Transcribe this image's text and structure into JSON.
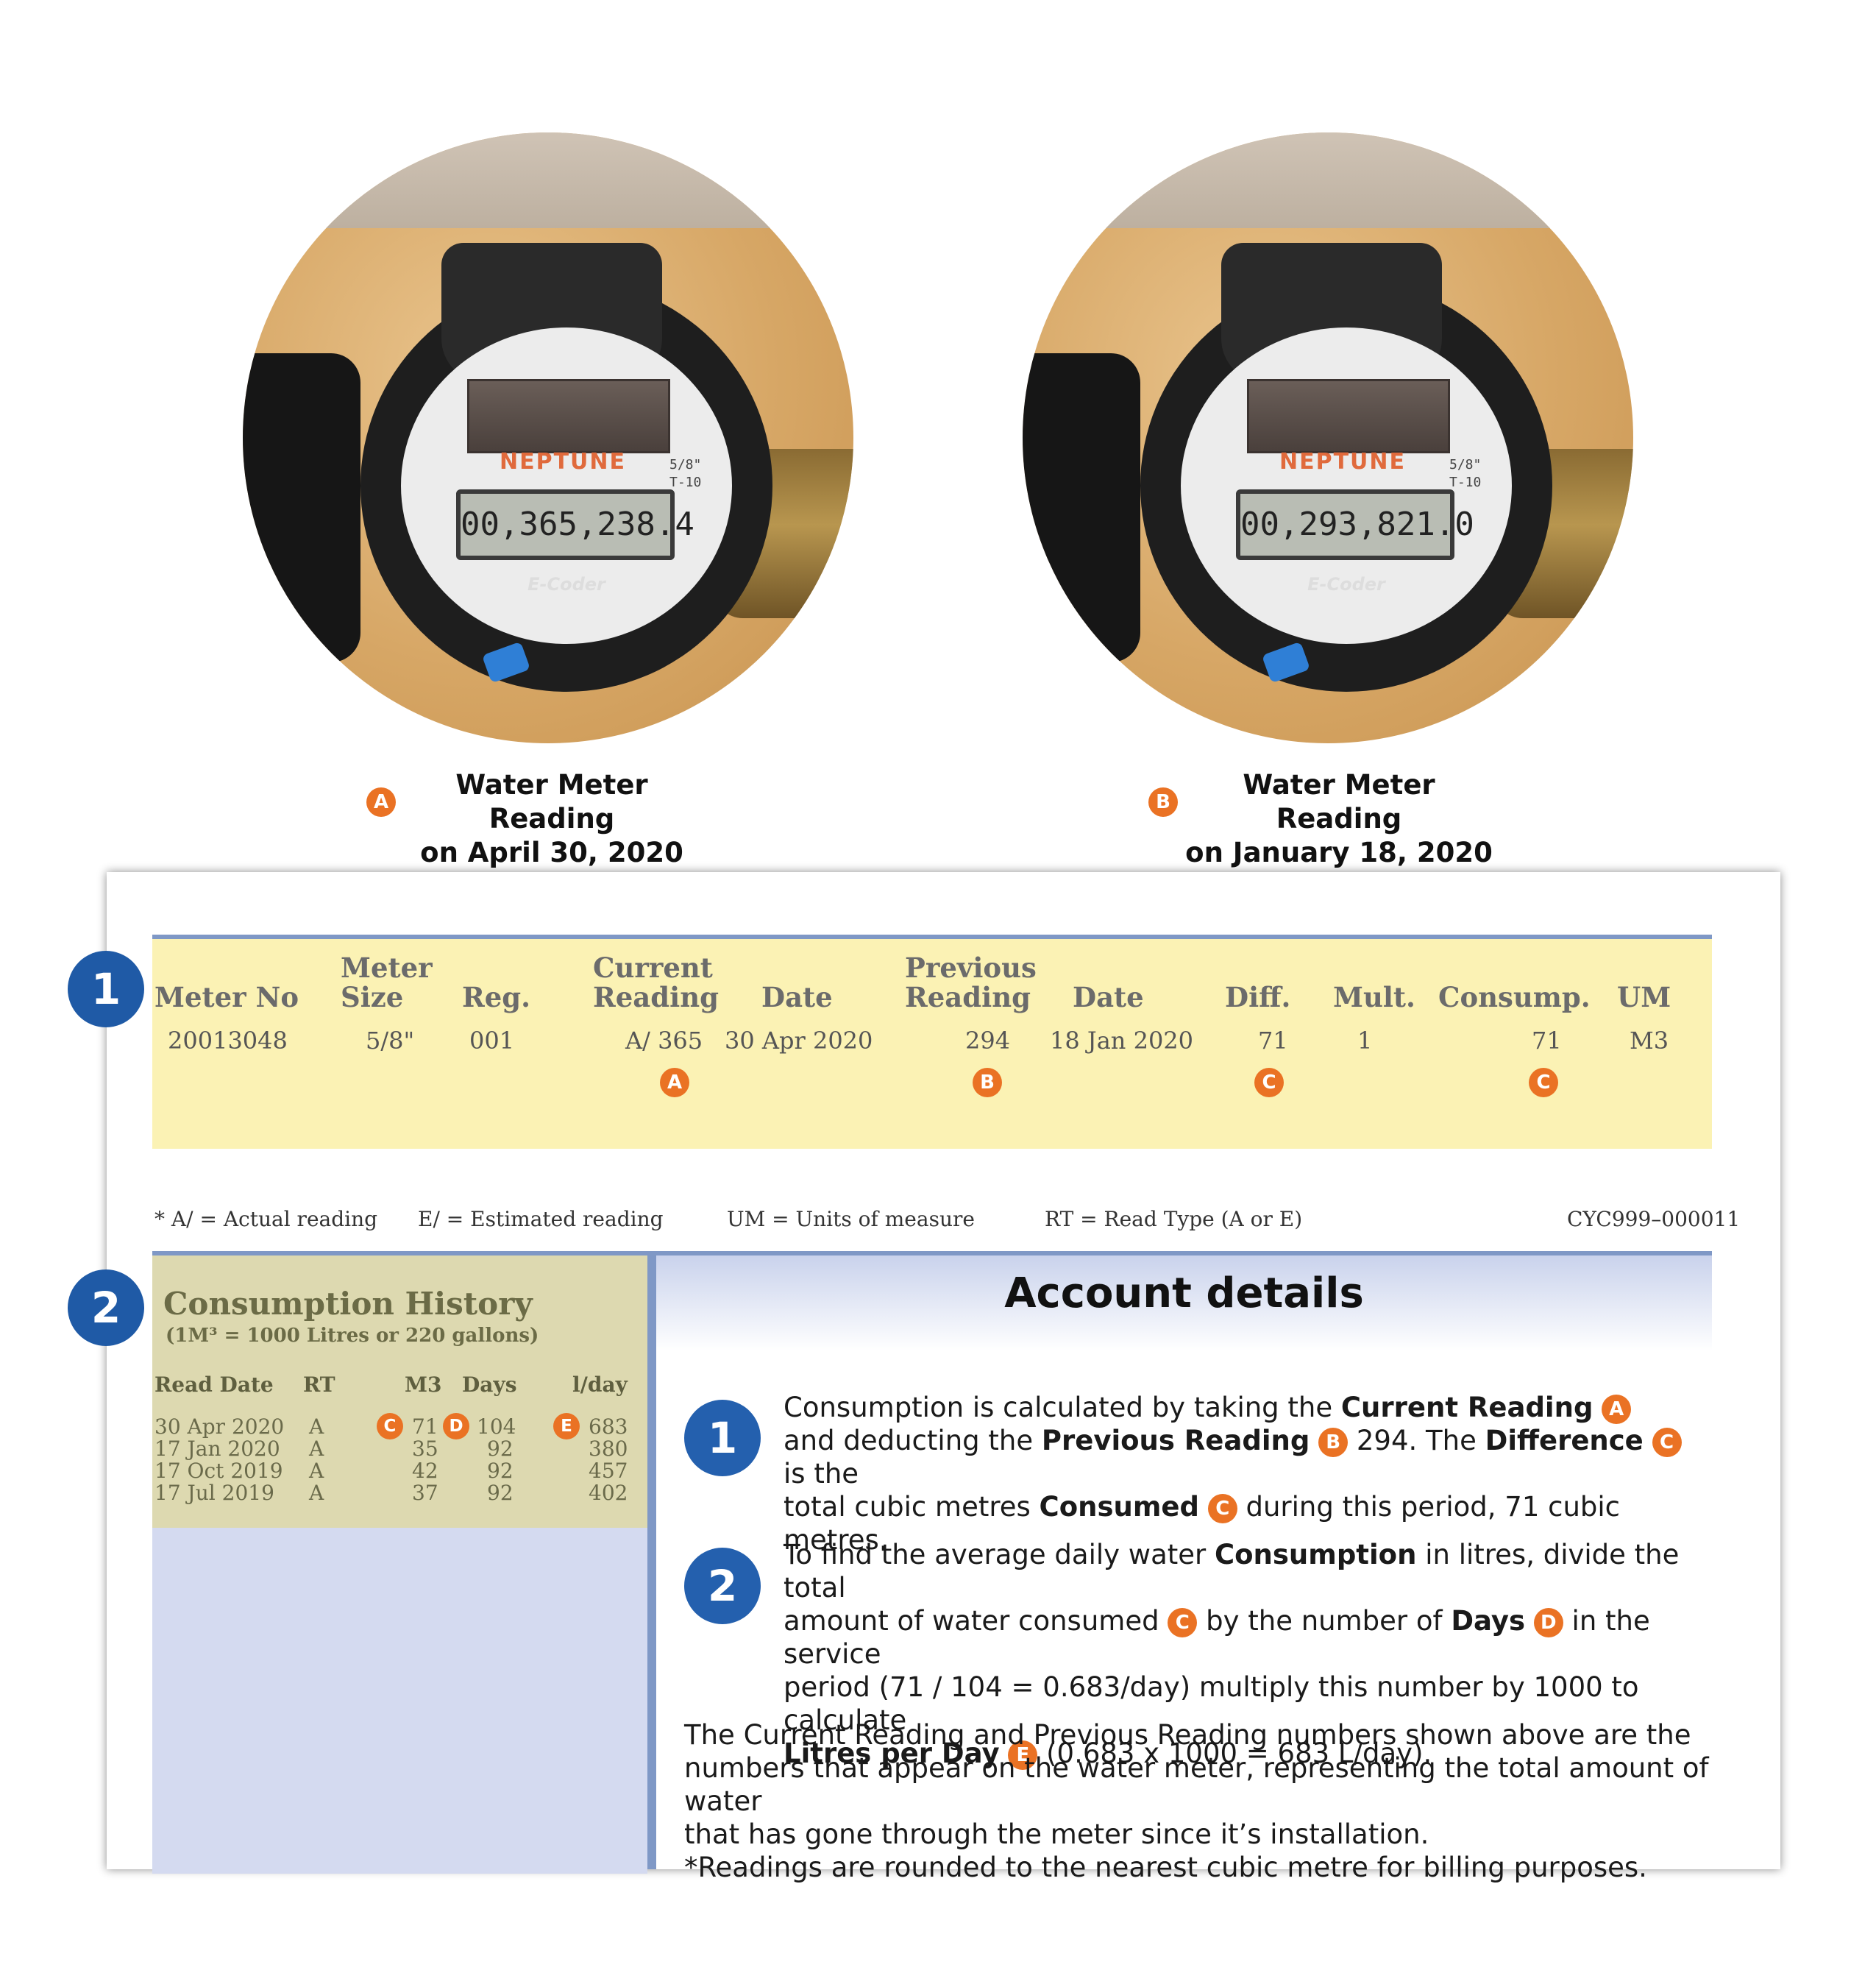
{
  "meters": [
    {
      "reading": "00,365,238.4",
      "brand": "NEPTUNE",
      "model_line1": "5/8\"",
      "model_line2": "T-10",
      "ecoder": "E-Coder",
      "badge": "A",
      "caption_line1": "Water Meter Reading",
      "caption_line2": "on April 30, 2020"
    },
    {
      "reading": "00,293,821.0",
      "brand": "NEPTUNE",
      "model_line1": "5/8\"",
      "model_line2": "T-10",
      "ecoder": "E-Coder",
      "badge": "B",
      "caption_line1": "Water Meter Reading",
      "caption_line2": "on January 18, 2020"
    }
  ],
  "section_badges": {
    "one": "1",
    "two": "2"
  },
  "meter_table": {
    "headers": {
      "meter_no": "Meter No",
      "meter_size_1": "Meter",
      "meter_size_2": "Size",
      "reg": "Reg.",
      "current_1": "Current",
      "current_2": "Reading",
      "date1": "Date",
      "previous_1": "Previous",
      "previous_2": "Reading",
      "date2": "Date",
      "diff": "Diff.",
      "mult": "Mult.",
      "consump": "Consump.",
      "um": "UM"
    },
    "row": {
      "meter_no": "20013048",
      "meter_size": "5/8\"",
      "reg": "001",
      "current": "A/ 365",
      "date1": "30 Apr 2020",
      "previous": "294",
      "date2": "18 Jan 2020",
      "diff": "71",
      "mult": "1",
      "consump": "71",
      "um": "M3"
    },
    "markers": {
      "current": "A",
      "previous": "B",
      "diff": "C",
      "consump": "C"
    }
  },
  "legend": {
    "actual": "* A/ = Actual reading",
    "estimated": "E/ = Estimated reading",
    "um": "UM = Units of measure",
    "rt": "RT = Read Type (A or E)",
    "code": "CYC999–000011"
  },
  "history": {
    "title": "Consumption History",
    "subtitle": "(1M³  = 1000 Litres or 220 gallons)",
    "headers": {
      "read_date": "Read Date",
      "rt": "RT",
      "m3": "M3",
      "days": "Days",
      "lday": "l/day"
    },
    "rows": [
      {
        "date": "30 Apr 2020",
        "rt": "A",
        "m3": "71",
        "days": "104",
        "lday": "683"
      },
      {
        "date": "17 Jan 2020",
        "rt": "A",
        "m3": "35",
        "days": "92",
        "lday": "380"
      },
      {
        "date": "17 Oct 2019",
        "rt": "A",
        "m3": "42",
        "days": "92",
        "lday": "457"
      },
      {
        "date": "17 Jul 2019",
        "rt": "A",
        "m3": "37",
        "days": "92",
        "lday": "402"
      }
    ],
    "markers": {
      "m3": "C",
      "days": "D",
      "lday": "E"
    }
  },
  "account": {
    "title": "Account details",
    "p1": {
      "t1": "Consumption is calculated by taking the ",
      "b1": "Current Reading",
      "m1": "A",
      "t2": "and deducting the ",
      "b2": "Previous Reading",
      "m2": "B",
      "t3": " 294. The ",
      "b3": "Difference",
      "m3": "C",
      "t4": " is the",
      "t5": "total cubic metres ",
      "b4": "Consumed",
      "m4": "C",
      "t6": " during this period, 71 cubic metres."
    },
    "p2": {
      "t1": "To find the average daily water ",
      "b1": "Consumption",
      "t2": " in litres, divide the total",
      "t3": "amount of water consumed ",
      "m1": "C",
      "t4": " by the number of ",
      "b2": "Days",
      "m2": "D",
      "t5": " in the service",
      "t6": "period (71 / 104 = 0.683/day) multiply this number by 1000 to calculate",
      "b3": "Litres per Day",
      "m3": "E",
      "t7": " (0.683 x 1000 = 683 L/day)."
    },
    "note_line1": "The Current Reading and Previous Reading numbers shown above are the",
    "note_line2": "numbers that appear on the water meter, representing the total amount of water",
    "note_line3": "that has gone through the meter since it’s installation.",
    "note_line4": "*Readings are rounded to the nearest cubic metre for billing purposes."
  }
}
